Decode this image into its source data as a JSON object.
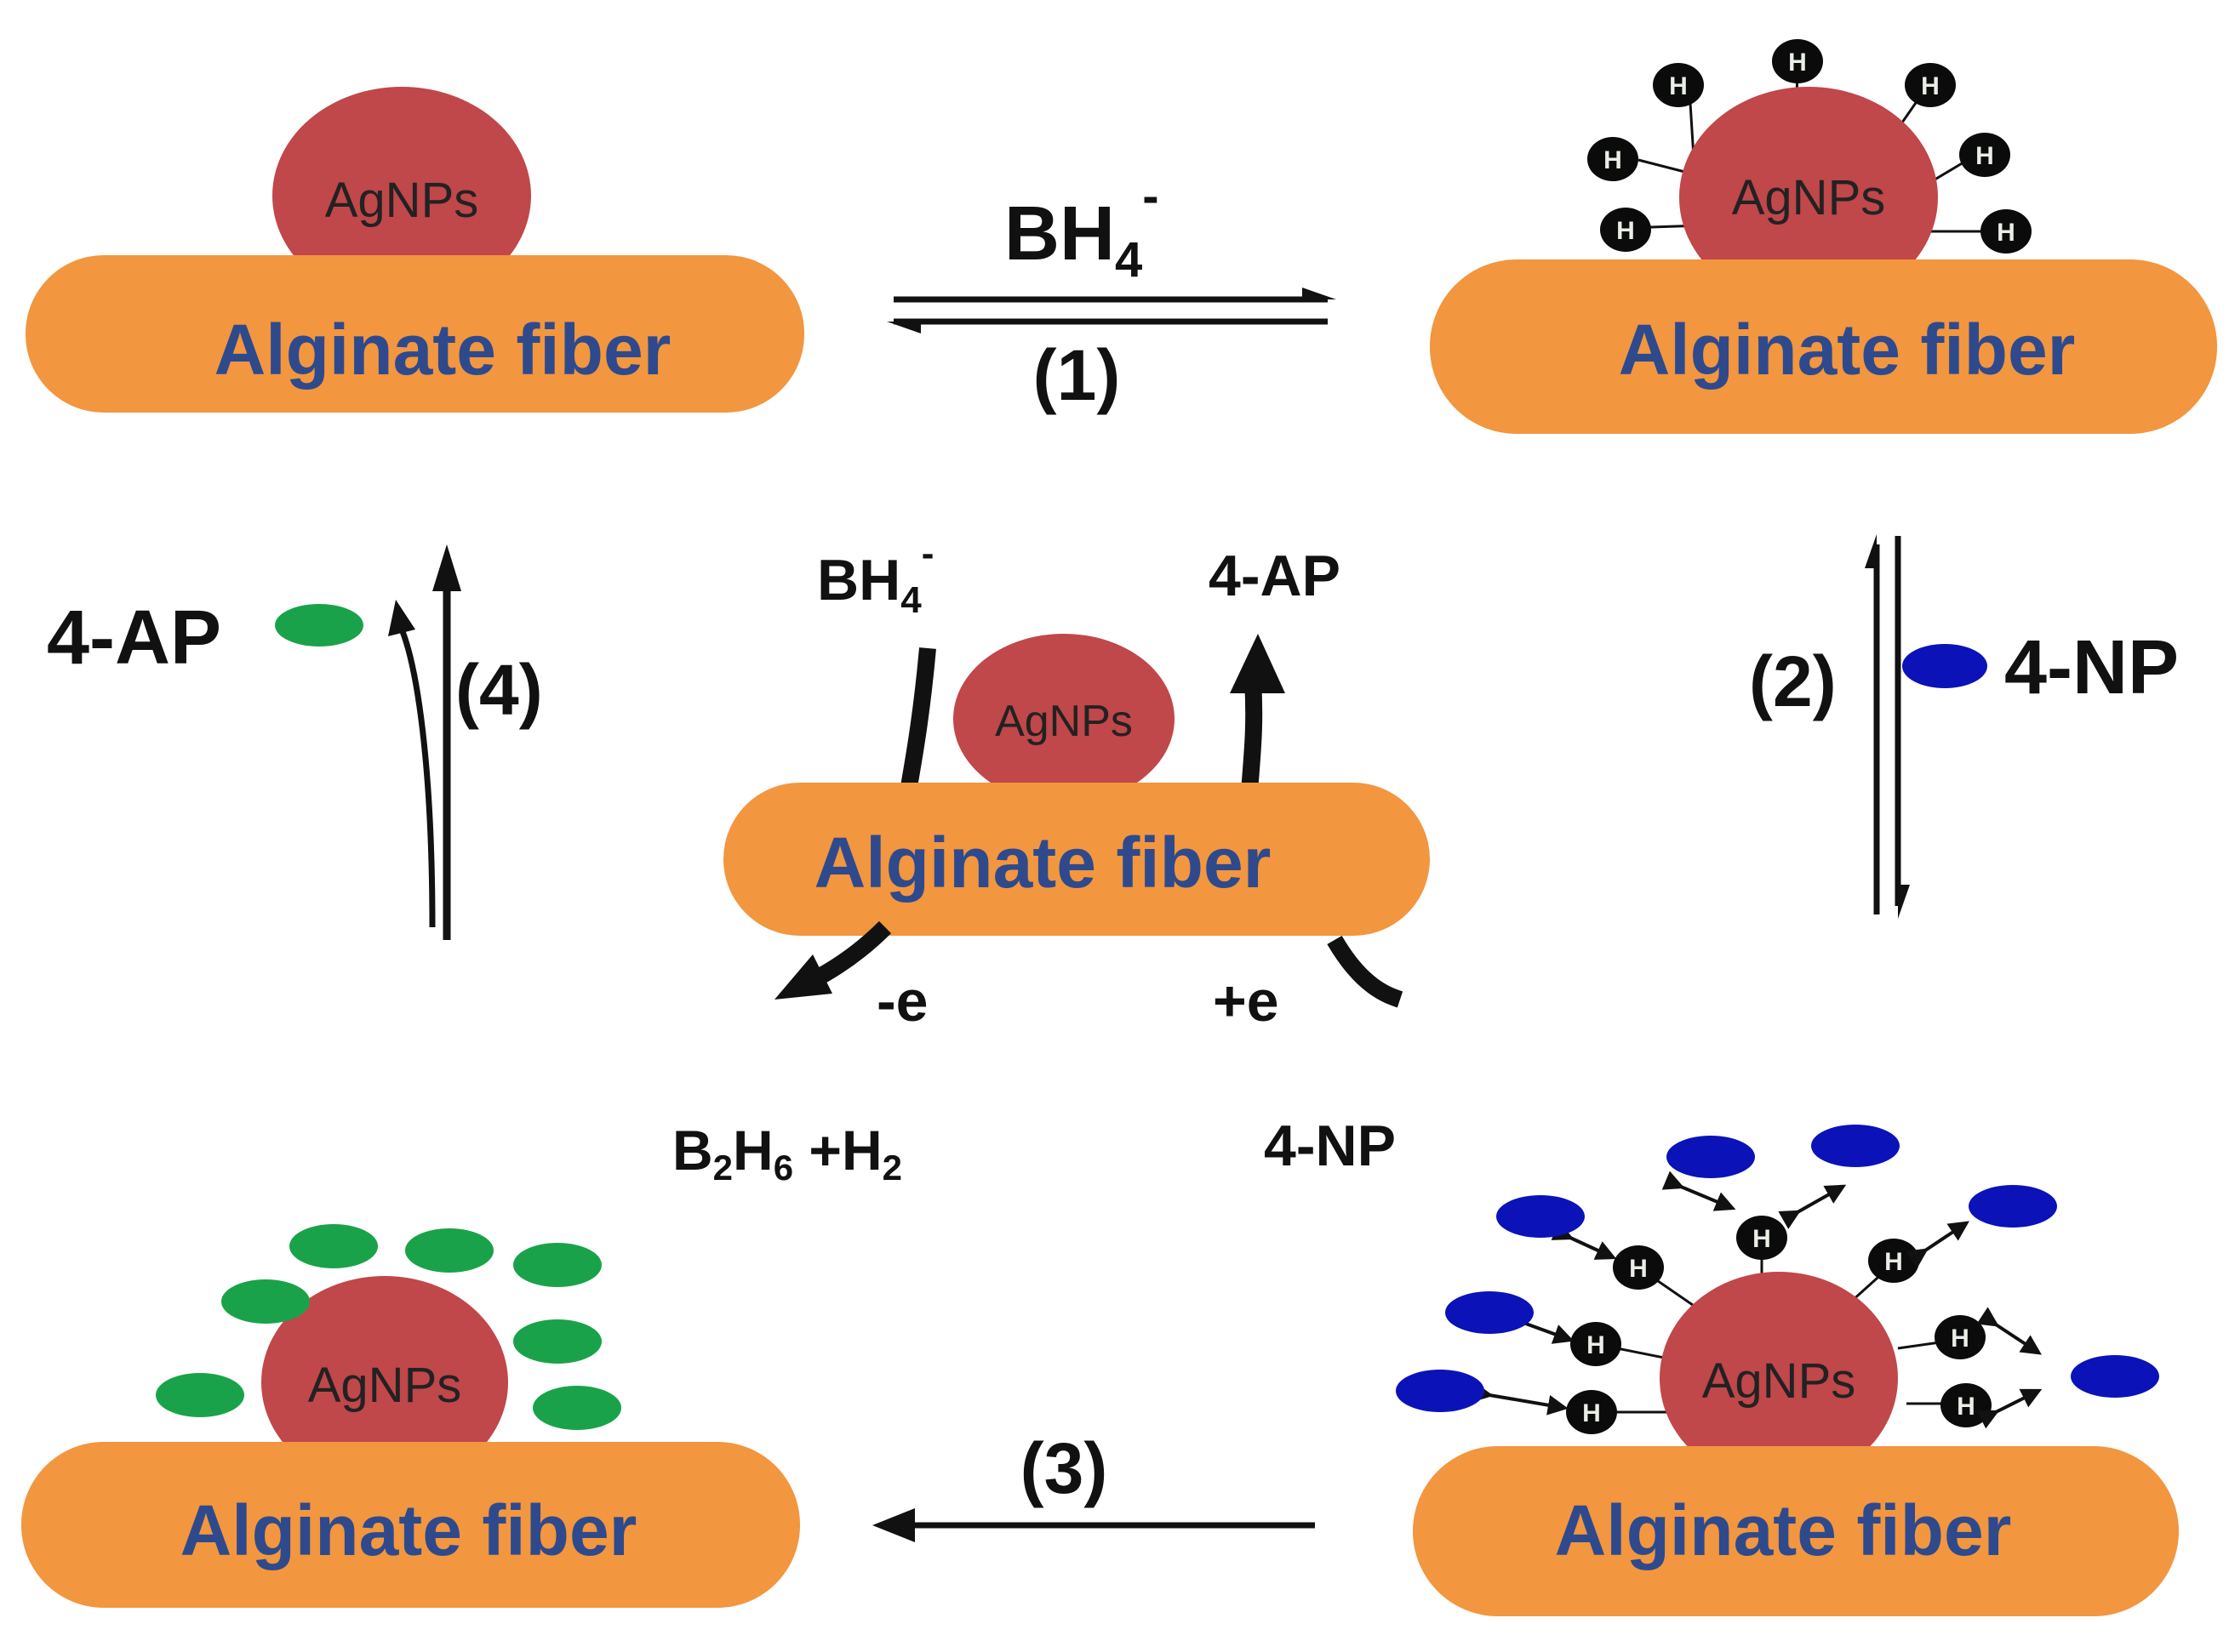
{
  "colors": {
    "fiber": "#f2963f",
    "particle": "#c0474a",
    "product": "#1aa24a",
    "reactant": "#0b12b8",
    "hydrogen": "#0b0b0b",
    "fiber_text": "#2e4a8c"
  },
  "labels": {
    "fiber": "Alginate fiber",
    "particle": "AgNPs",
    "hydrogen": "H",
    "borohydride": "BH",
    "borohydride_sub": "4",
    "borohydride_sup": "-",
    "step1": "(1)",
    "step2": "(2)",
    "step3": "(3)",
    "step4": "(4)",
    "aminophenol": "4-AP",
    "nitrophenol": "4-NP",
    "minus_e": "-e",
    "plus_e": "+e",
    "byproduct_b": "B",
    "byproduct_b_sub": "2",
    "byproduct_h": "H",
    "byproduct_h_sub": "6",
    "byproduct_plus": " +H",
    "byproduct_h2_sub": "2"
  }
}
